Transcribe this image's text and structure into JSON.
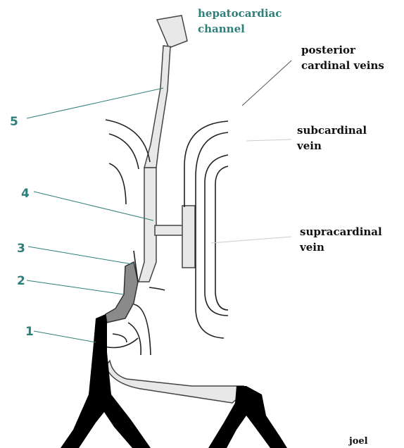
{
  "labels": {
    "hepatocardiac_line1": "hepatocardiac",
    "hepatocardiac_line2": "channel",
    "posterior_line1": "posterior",
    "posterior_line2": "cardinal veins",
    "subcardinal_line1": "subcardinal",
    "subcardinal_line2": "vein",
    "supracardinal_line1": "supracardinal",
    "supracardinal_line2": "vein",
    "signature": "joel"
  },
  "numbers": [
    "5",
    "4",
    "3",
    "2",
    "1"
  ],
  "colors": {
    "teal": "#2e7f7a",
    "vessel_light": "#e8e8e8",
    "vessel_dark": "#888888",
    "black": "#000000"
  }
}
